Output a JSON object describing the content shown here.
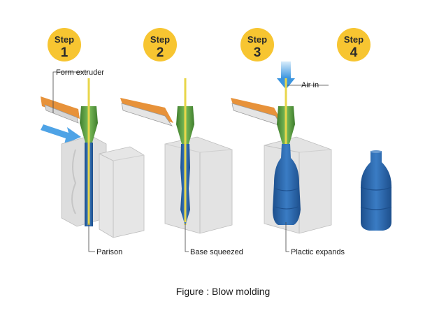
{
  "steps": [
    {
      "word": "Step",
      "number": "1"
    },
    {
      "word": "Step",
      "number": "2"
    },
    {
      "word": "Step",
      "number": "3"
    },
    {
      "word": "Step",
      "number": "4"
    }
  ],
  "callouts": {
    "form_extruder": "Form extruder",
    "air_in": "Air in",
    "parison": "Parison",
    "base_squeezed": "Base squeezed",
    "plastic_expands": "Plactic expands"
  },
  "caption": "Figure : Blow molding",
  "colors": {
    "badge": "#f7c531",
    "mold": "#e3e3e3",
    "mold_side": "#c9c9c9",
    "nozzle": "#6aa84f",
    "plastic": "#2f6fb3",
    "air": "#4ea3e6",
    "pipe_orange": "#e7923a",
    "pipe_gray": "#b8b8b8"
  }
}
